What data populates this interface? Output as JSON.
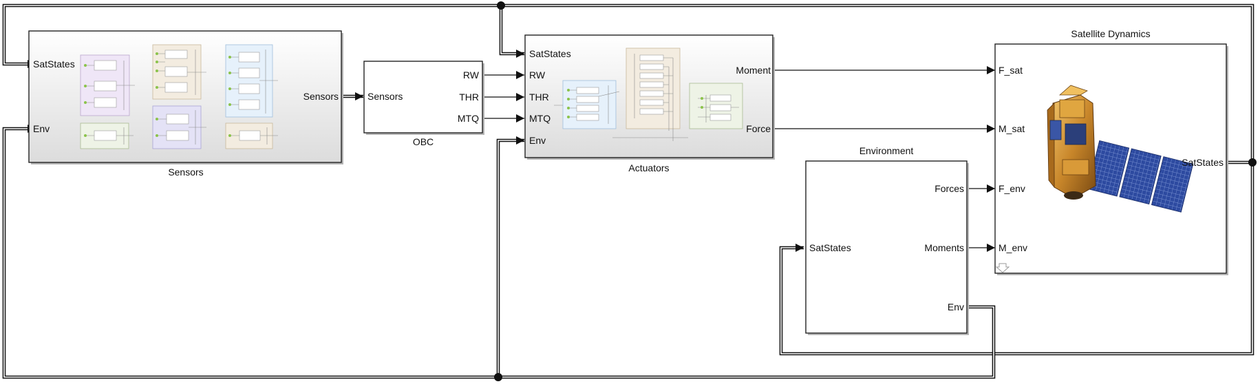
{
  "diagram": {
    "blocks": {
      "sensors": {
        "name": "Sensors",
        "inputs": [
          "SatStates",
          "Env"
        ],
        "outputs": [
          "Sensors"
        ]
      },
      "obc": {
        "name": "OBC",
        "inputs": [
          "Sensors"
        ],
        "outputs": [
          "RW",
          "THR",
          "MTQ"
        ]
      },
      "actuators": {
        "name": "Actuators",
        "inputs": [
          "SatStates",
          "RW",
          "THR",
          "MTQ",
          "Env"
        ],
        "outputs": [
          "Moment",
          "Force"
        ]
      },
      "environment": {
        "name": "Environment",
        "inputs": [
          "SatStates"
        ],
        "outputs": [
          "Forces",
          "Moments",
          "Env"
        ]
      },
      "satellite_dynamics": {
        "name": "Satellite Dynamics",
        "inputs": [
          "F_sat",
          "M_sat",
          "F_env",
          "M_env"
        ],
        "outputs": [
          "SatStates"
        ]
      }
    },
    "colors": {
      "wire": "#111111",
      "block_border": "#222222",
      "subsystem_gradient_top": "#ffffff",
      "subsystem_gradient_bottom": "#dcdcdc",
      "mini_purple": "#efe6f7",
      "mini_tan": "#f3ece0",
      "mini_blue": "#e6f1fb",
      "mini_green": "#eef3e6",
      "mini_lavender": "#e4e2f6",
      "satellite_gold": "#c8862a",
      "solar_panel": "#2d4aa0"
    }
  }
}
